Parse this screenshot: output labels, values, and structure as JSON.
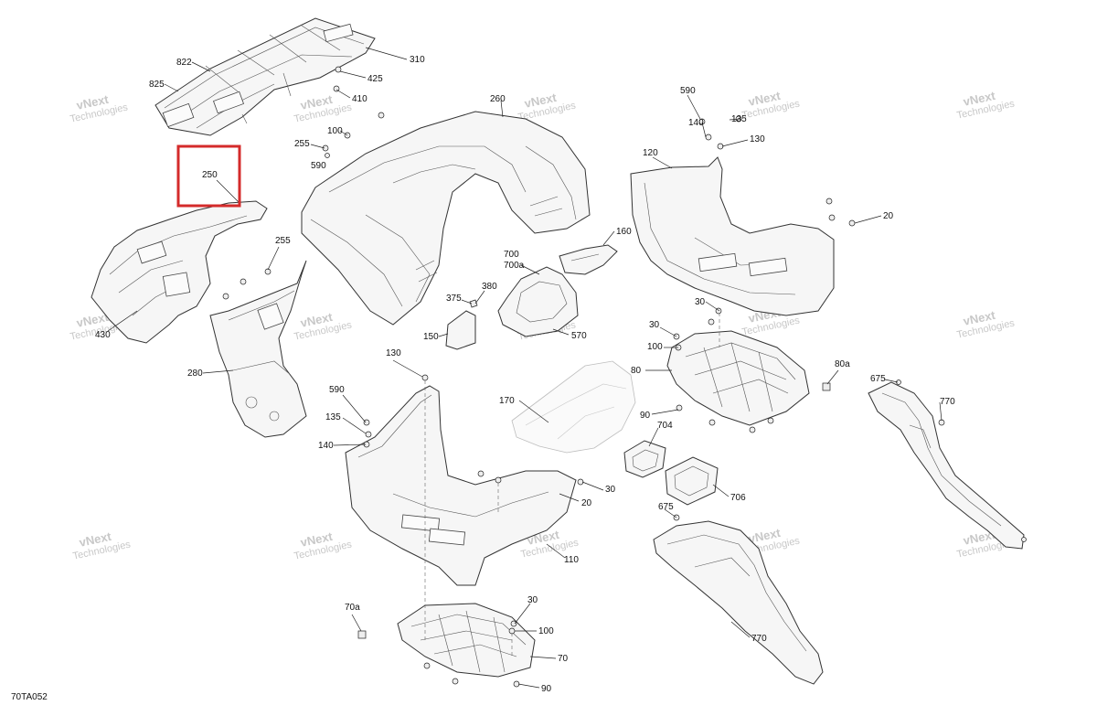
{
  "diagram": {
    "figure_code": "70TA052",
    "watermark": [
      "vNext",
      "Technologies"
    ],
    "highlighted_callout": "250",
    "callouts": [
      "822",
      "825",
      "310",
      "425",
      "410",
      "260",
      "590",
      "140",
      "135",
      "130",
      "100",
      "255",
      "590",
      "250",
      "120",
      "20",
      "160",
      "700",
      "700a",
      "255",
      "375",
      "380",
      "150",
      "570",
      "30",
      "30",
      "100",
      "80",
      "80a",
      "430",
      "280",
      "130",
      "590",
      "135",
      "140",
      "170",
      "90",
      "704",
      "675",
      "770",
      "706",
      "20",
      "30",
      "675",
      "110",
      "770",
      "70a",
      "30",
      "100",
      "70",
      "90"
    ]
  }
}
